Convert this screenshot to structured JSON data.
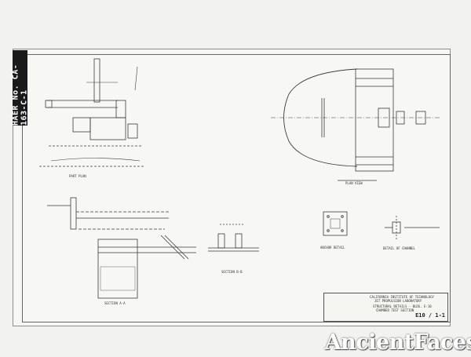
{
  "document": {
    "stamp_text": "HAER No. CA-163-C-1",
    "title_block": {
      "institution": "CALIFORNIA INSTITUTE OF TECHNOLOGY",
      "lab": "JET PROPULSION LABORATORY",
      "title_line1": "STRUCTURAL DETAILS - BLDG. E-10",
      "title_line2": "CHAMBER TEST SECTION",
      "sheet_number": "E10 / 1-1"
    },
    "view_labels": {
      "part_plan": "PART PLAN",
      "plan_view": "PLAN VIEW",
      "section_aa": "SECTION A-A",
      "section_bb": "SECTION B-B",
      "anchor_detail": "ANCHOR DETAIL",
      "detail_channel": "DETAIL OF CHANNEL"
    }
  },
  "watermark": "AncientFaces"
}
